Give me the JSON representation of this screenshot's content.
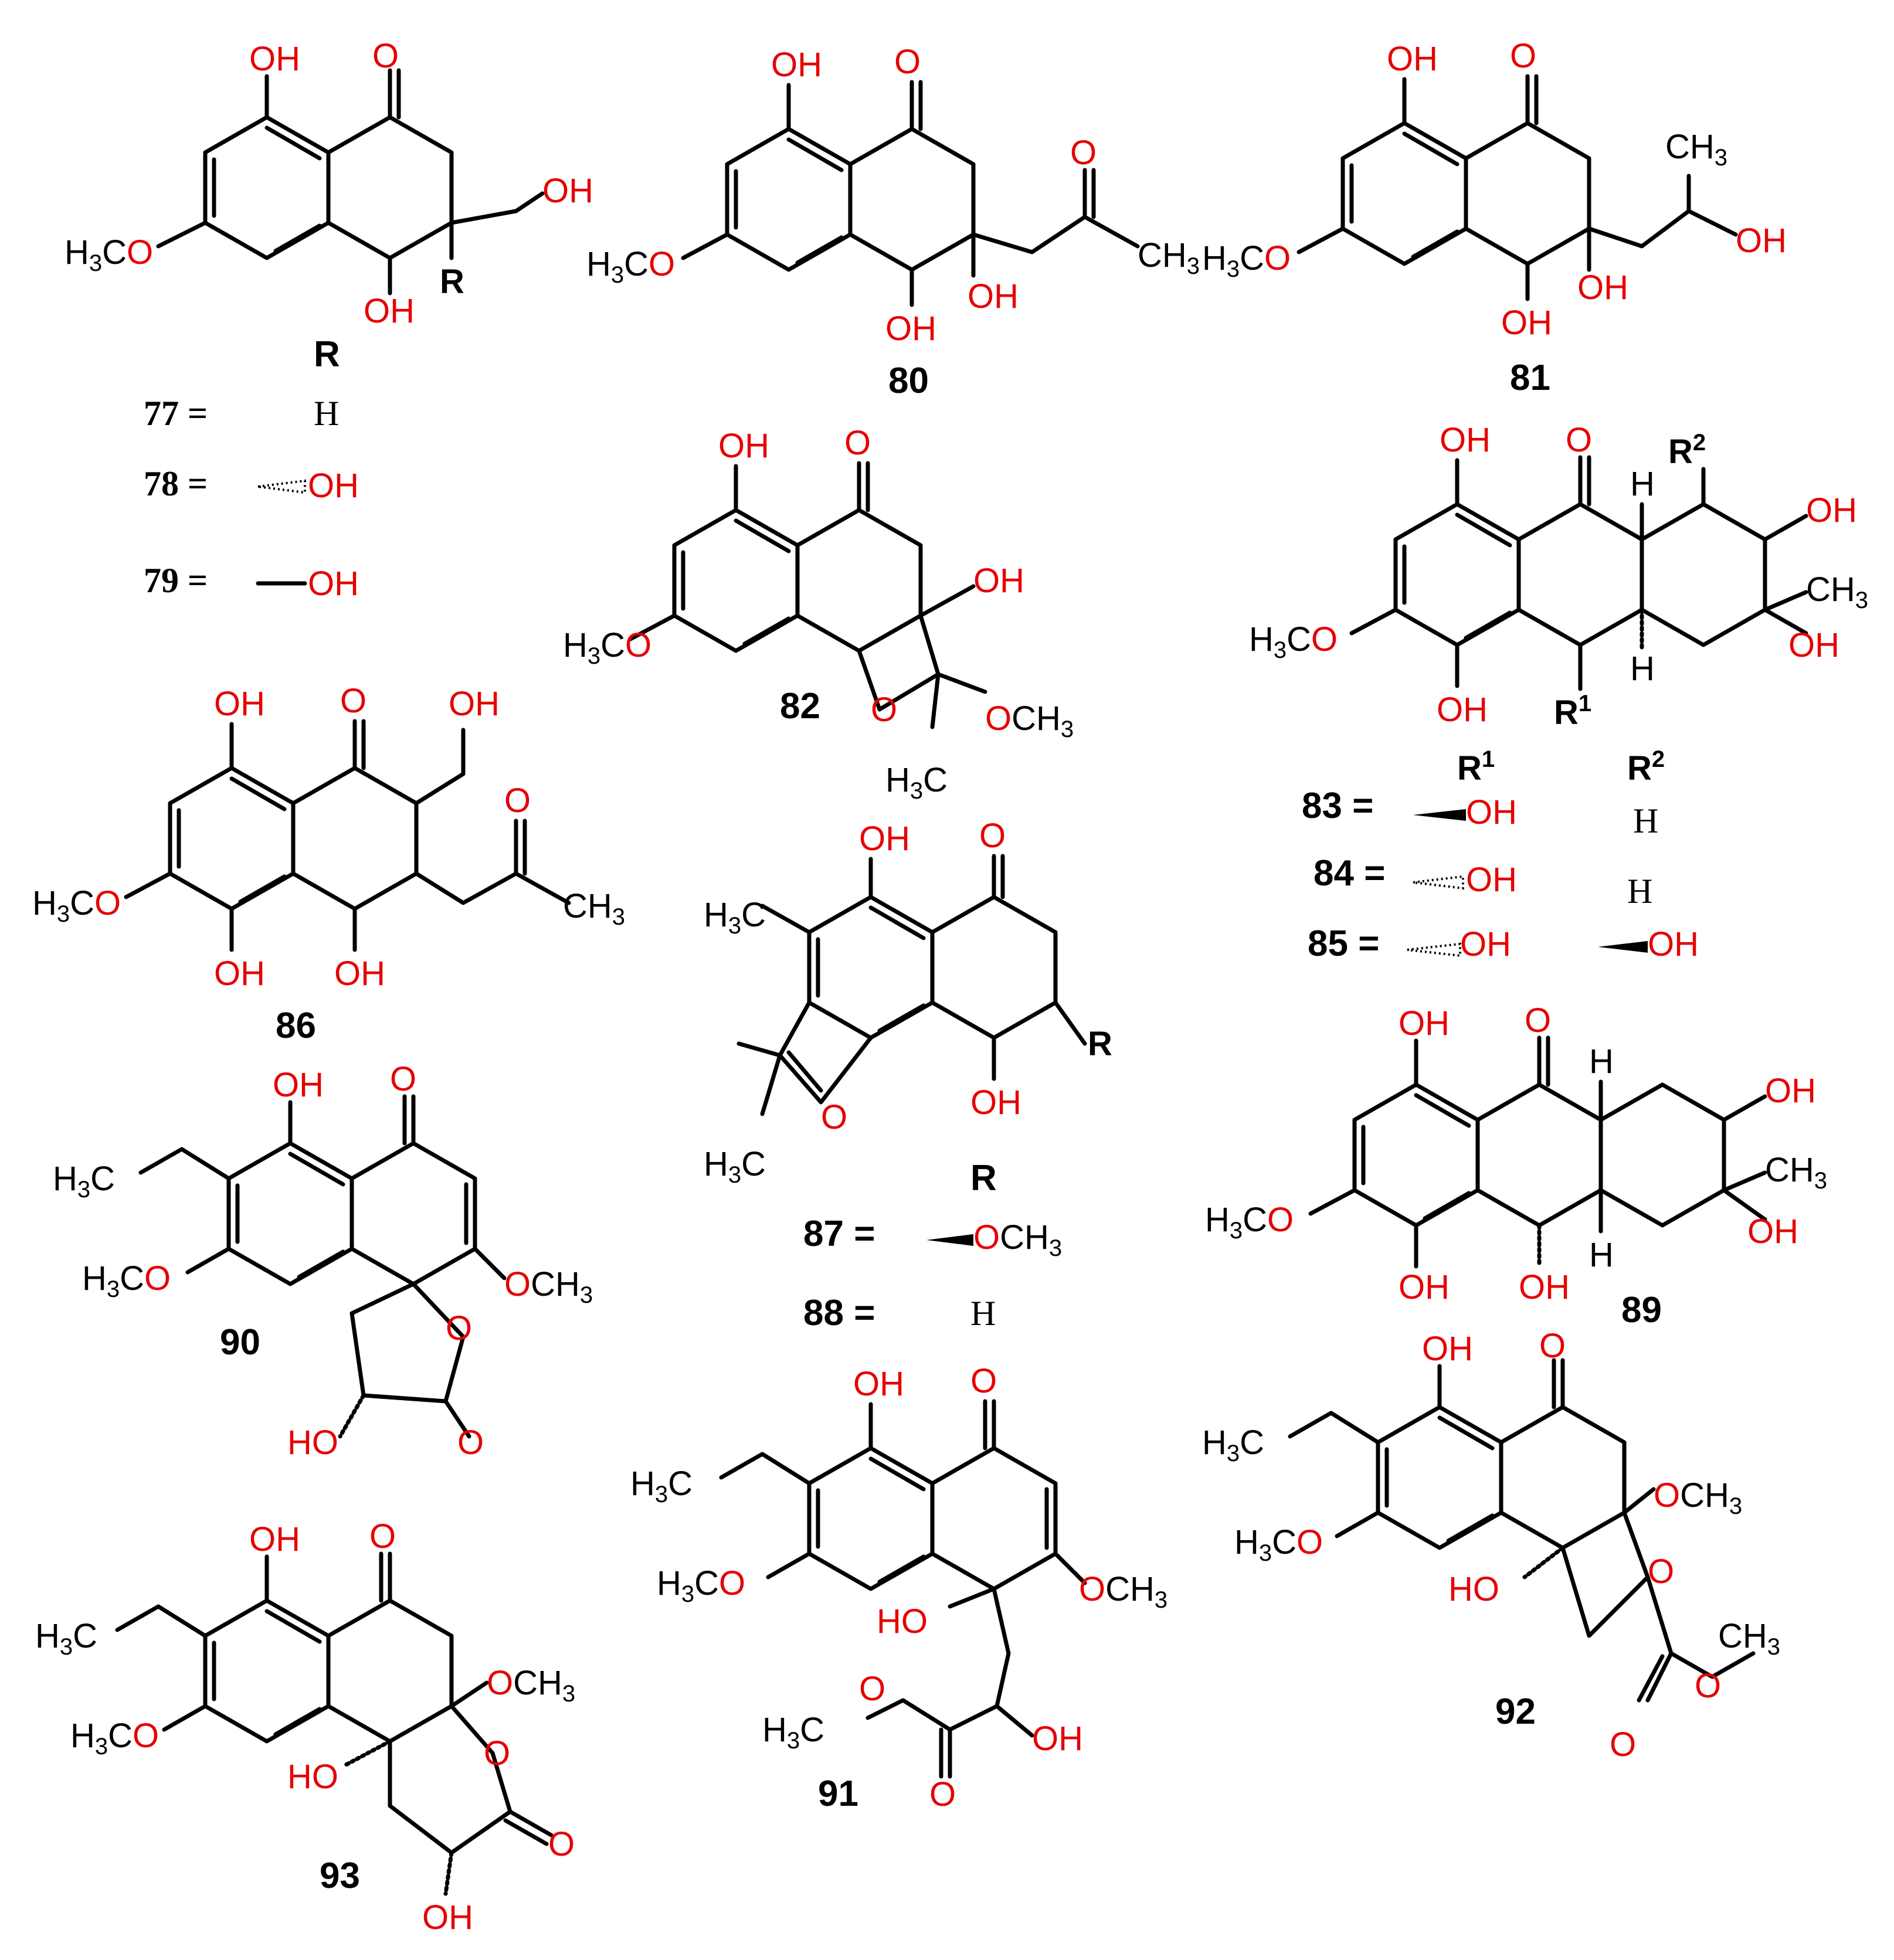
{
  "figure": {
    "compounds": [
      {
        "id": "77-79",
        "number_label": "R"
      },
      {
        "id": "80",
        "number_label": "80"
      },
      {
        "id": "81",
        "number_label": "81"
      },
      {
        "id": "82",
        "number_label": "82"
      },
      {
        "id": "83-85",
        "number_label": ""
      },
      {
        "id": "86",
        "number_label": "86"
      },
      {
        "id": "87-88",
        "number_label": "R"
      },
      {
        "id": "89",
        "number_label": "89"
      },
      {
        "id": "90",
        "number_label": "90"
      },
      {
        "id": "91",
        "number_label": "91"
      },
      {
        "id": "92",
        "number_label": "92"
      },
      {
        "id": "93",
        "number_label": "93"
      }
    ],
    "substituent_tables": {
      "t77": {
        "header": "R",
        "rows": [
          {
            "key": "77 =",
            "value": "H"
          },
          {
            "key": "78 =",
            "value": "OH"
          },
          {
            "key": "79 =",
            "value": "OH"
          }
        ]
      },
      "t83": {
        "header_r1": "R1",
        "header_r2": "R2",
        "rows": [
          {
            "key": "83 =",
            "r1": "OH",
            "r2": "H"
          },
          {
            "key": "84 =",
            "r1": "OH",
            "r2": "H"
          },
          {
            "key": "85 =",
            "r1": "OH",
            "r2": "OH"
          }
        ]
      },
      "t87": {
        "header": "R",
        "rows": [
          {
            "key": "87 =",
            "value": "OCH3"
          },
          {
            "key": "88 =",
            "value": "H"
          }
        ]
      }
    },
    "colors": {
      "heteroatom": "#e60000",
      "carbon": "#000000"
    }
  }
}
